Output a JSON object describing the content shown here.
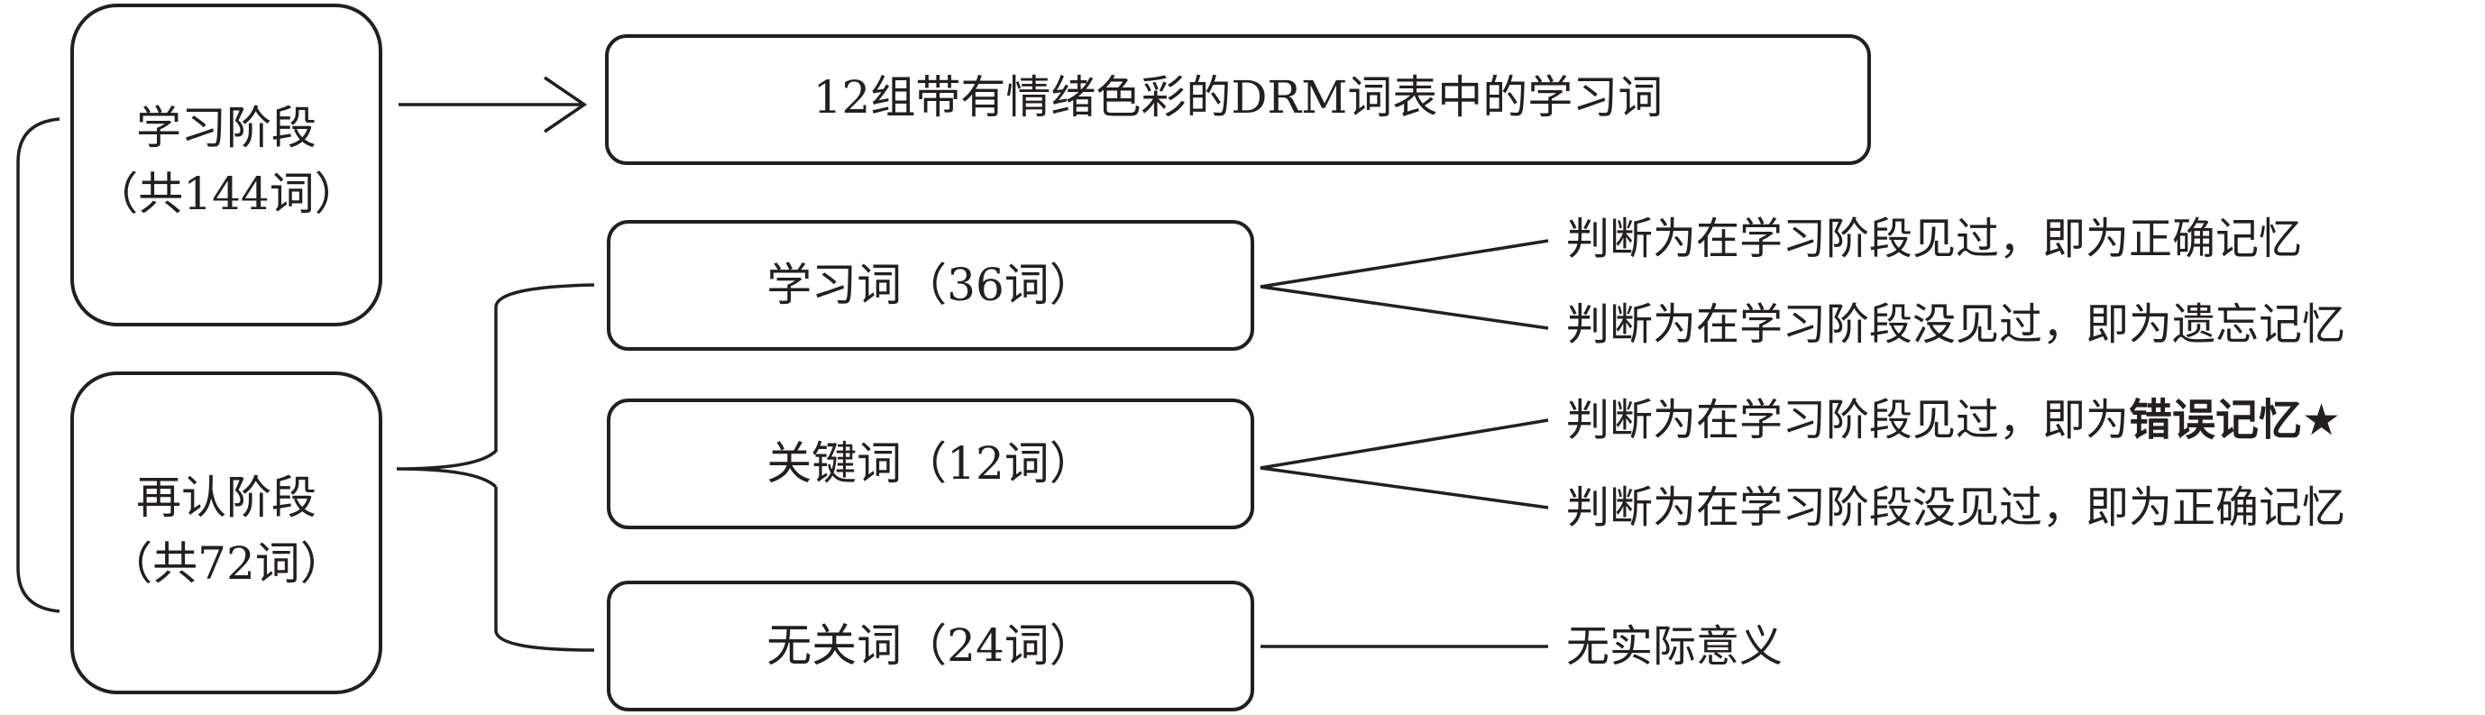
{
  "stages": {
    "study": {
      "title": "学习阶段",
      "count": "（共144词）"
    },
    "recognition": {
      "title": "再认阶段",
      "count": "（共72词）"
    }
  },
  "study_content": "12组带有情绪色彩的DRM词表中的学习词",
  "word_types": [
    {
      "label": "学习词（36词）"
    },
    {
      "label": "关键词（12词）"
    },
    {
      "label": "无关词（24词）"
    }
  ],
  "outcomes": {
    "study_seen": "判断为在学习阶段见过，即为正确记忆",
    "study_unseen": "判断为在学习阶段没见过，即为遗忘记忆",
    "key_seen_prefix": "判断为在学习阶段见过，即为",
    "key_seen_emph": "错误记忆★",
    "key_unseen": "判断为在学习阶段没见过，即为正确记忆",
    "unrelated": "无实际意义"
  }
}
